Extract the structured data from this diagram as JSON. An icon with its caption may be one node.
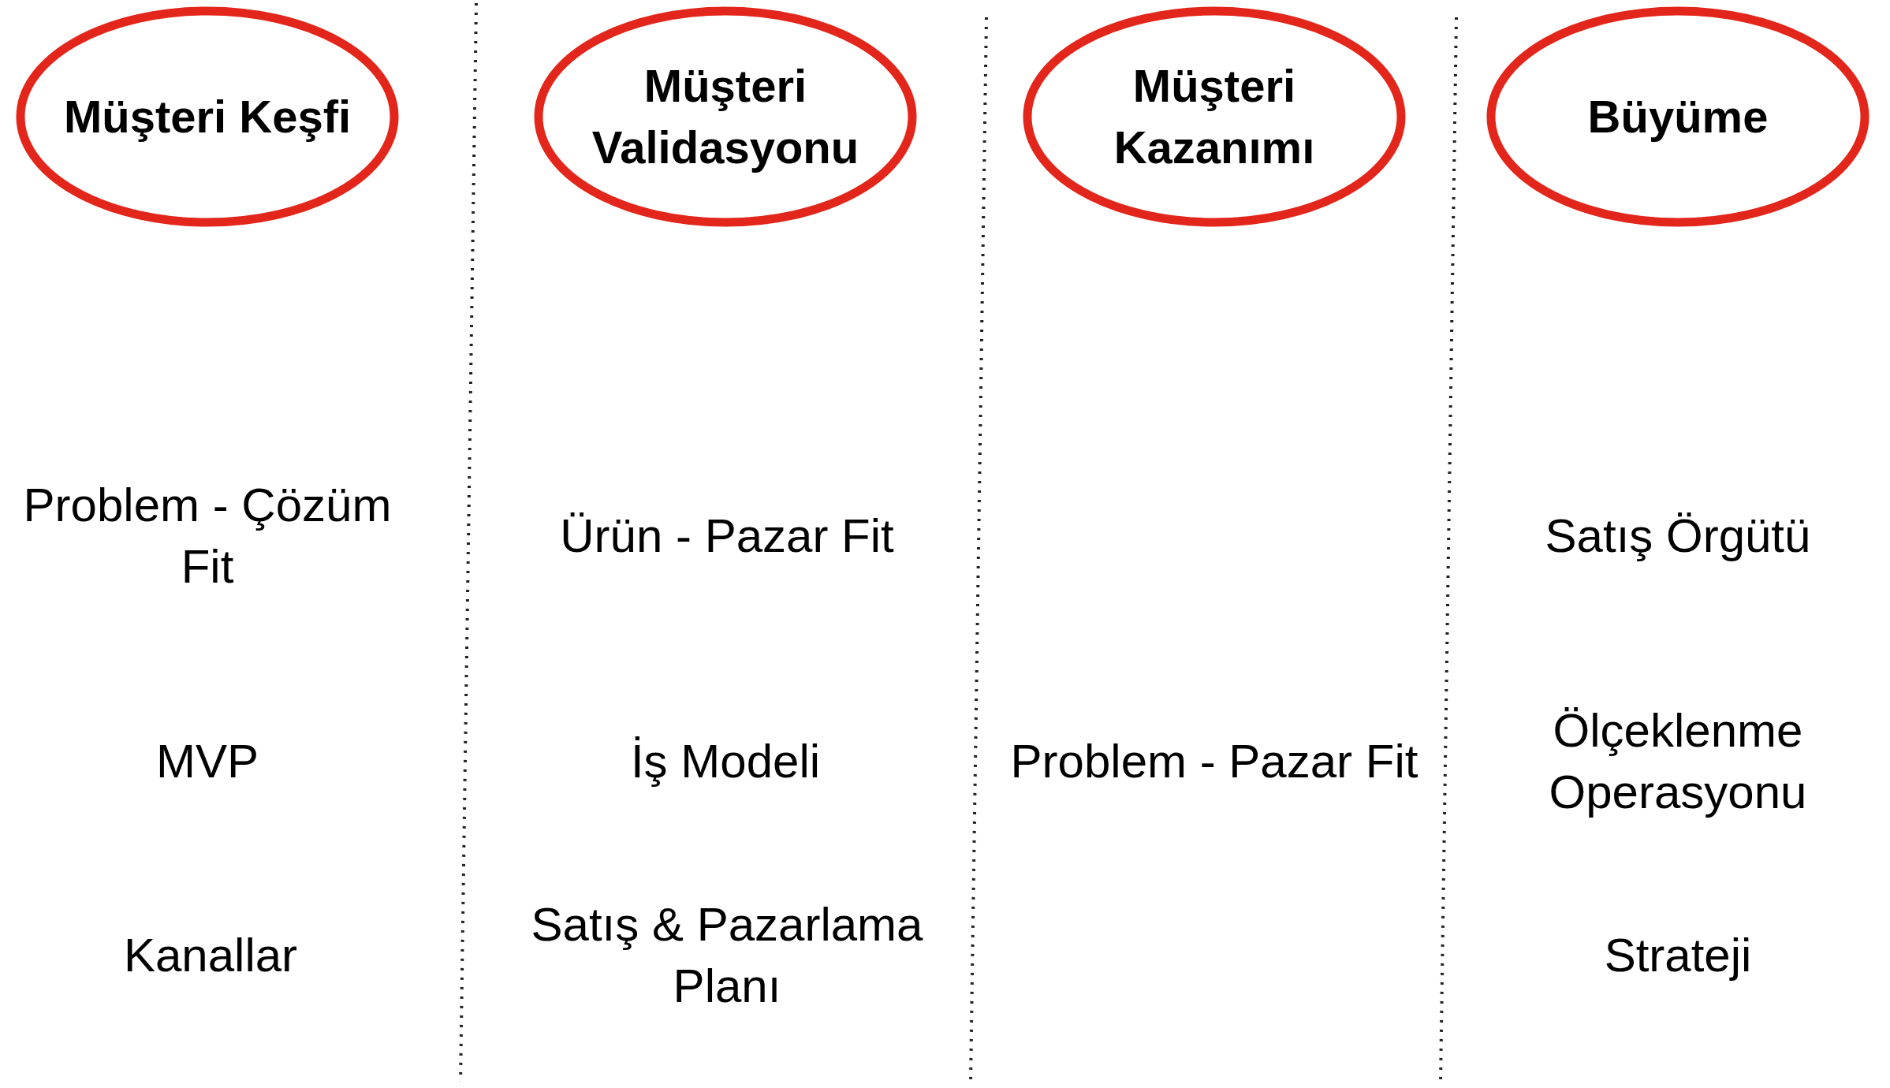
{
  "diagram": {
    "nodes": [
      {
        "text": [
          "Müşteri Keşfi"
        ]
      },
      {
        "text": [
          "Müşteri Validasyonu"
        ]
      },
      {
        "text": [
          "Müşteri Kazanımı"
        ]
      },
      {
        "text": [
          "Büyüme"
        ]
      }
    ],
    "labels": [
      "Problem - Çözüm Fit",
      "MVP",
      "Kanallar",
      "Ürün - Pazar Fit",
      "İş Modeli",
      "Satış & Pazarlama Planı",
      "Problem - Pazar Fit",
      "Satış Örgütü",
      "Ölçeklenme Operasyonu",
      "Strateji"
    ]
  }
}
